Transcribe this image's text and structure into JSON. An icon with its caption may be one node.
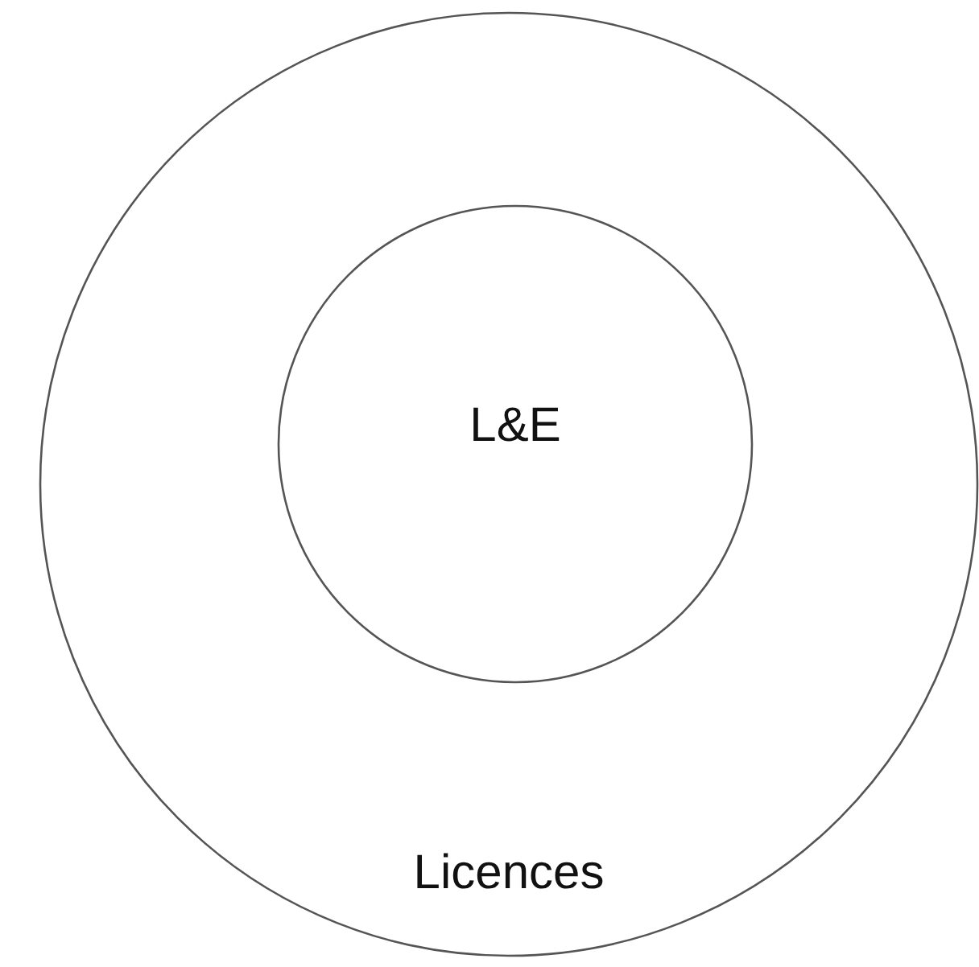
{
  "diagram": {
    "nodes": [
      {
        "text": [
          "Licences"
        ]
      },
      {
        "text": [
          "L&E"
        ],
        "in": 0
      }
    ]
  }
}
